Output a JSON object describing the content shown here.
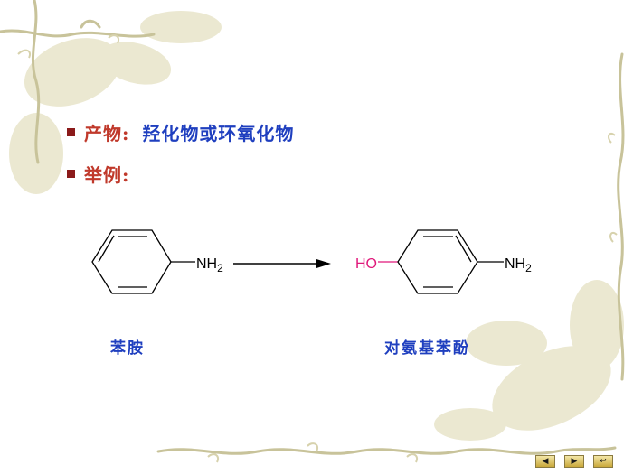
{
  "slide": {
    "bullets": [
      {
        "label": "产物:",
        "value": "羟化物或环氧化物"
      },
      {
        "label": "举例:",
        "value": ""
      }
    ]
  },
  "reaction": {
    "reactant": {
      "substituent": "NH2",
      "name": "苯胺"
    },
    "product": {
      "left_substituent": "HO",
      "right_substituent": "NH2",
      "name": "对氨基苯酚"
    }
  },
  "nav": {
    "prev_icon": "prev-arrow-icon",
    "next_icon": "next-arrow-icon",
    "end_icon": "return-icon"
  },
  "colors": {
    "label": "#c0392b",
    "value": "#1f3fbf",
    "bullet": "#8b1a1a",
    "hydroxyl": "#e0187a",
    "structure": "#000000"
  }
}
